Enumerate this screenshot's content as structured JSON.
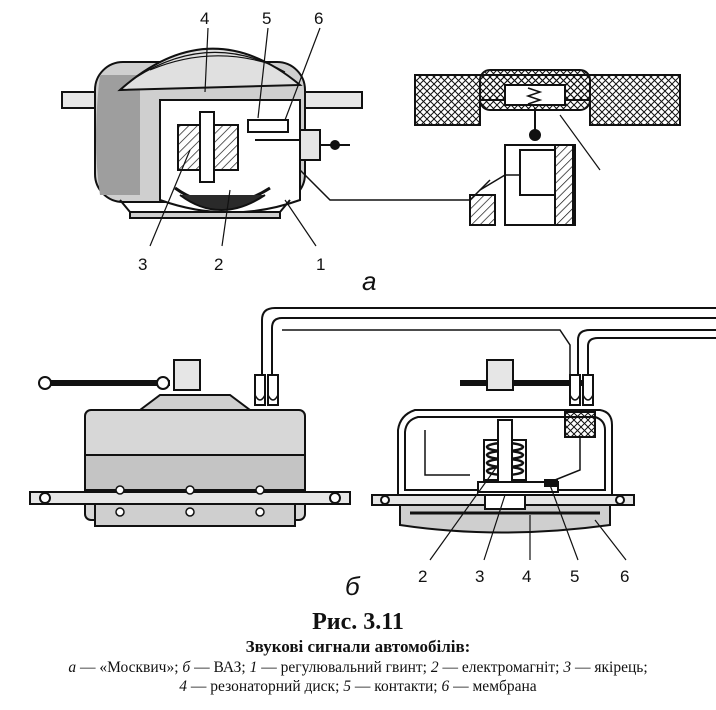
{
  "figure": {
    "panel_a": {
      "label": "а",
      "callouts": [
        "1",
        "2",
        "3",
        "4",
        "5",
        "6"
      ]
    },
    "panel_b": {
      "label": "б",
      "callouts": [
        "2",
        "3",
        "4",
        "5",
        "6"
      ]
    }
  },
  "caption": {
    "title": "Рис. 3.11",
    "subtitle": "Звукові сигнали автомобілів:",
    "legend": [
      {
        "key": "а",
        "sep": " — ",
        "text": "«Москвич»; "
      },
      {
        "key": "б",
        "sep": " — ",
        "text": "ВАЗ; "
      },
      {
        "key": "1",
        "sep": " — ",
        "text": "регулювальний гвинт; "
      },
      {
        "key": "2",
        "sep": " — ",
        "text": "електромагніт; "
      },
      {
        "key": "3",
        "sep": " — ",
        "text": "якірець;"
      },
      {
        "key": "4",
        "sep": " — ",
        "text": "резонаторний диск; "
      },
      {
        "key": "5",
        "sep": " — ",
        "text": "контакти; "
      },
      {
        "key": "6",
        "sep": " — ",
        "text": "мембрана"
      }
    ]
  },
  "colors": {
    "ink": "#111111",
    "shade": "#bdbdbd",
    "dark_fill": "#2a2a2a",
    "background": "#ffffff"
  }
}
